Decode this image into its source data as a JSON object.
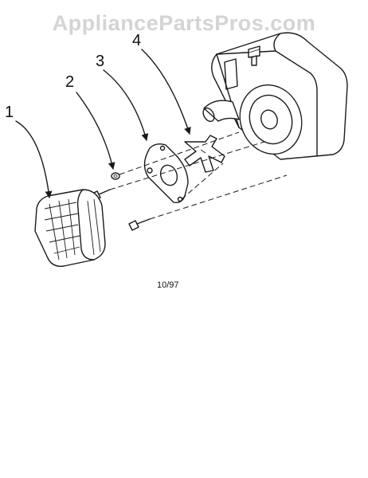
{
  "watermark": "AppliancePartsPros.com",
  "callouts": [
    {
      "id": "1",
      "label": "1"
    },
    {
      "id": "2",
      "label": "2"
    },
    {
      "id": "3",
      "label": "3"
    },
    {
      "id": "4",
      "label": "4"
    }
  ],
  "date_code": "10/97"
}
